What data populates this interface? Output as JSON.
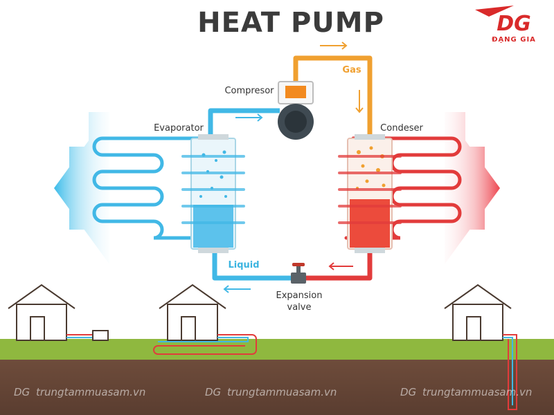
{
  "title": "HEAT PUMP",
  "brand": {
    "initials": "DG",
    "name": "ĐẠNG GIA"
  },
  "labels": {
    "compressor": "Compresor",
    "evaporator": "Evaporator",
    "condenser": "Condeser",
    "gas": "Gas",
    "liquid": "Liquid",
    "expansion_line1": "Expansion",
    "expansion_line2": "valve"
  },
  "watermark": {
    "text": "trungtammuasam.vn",
    "initials": "DG"
  },
  "colors": {
    "cold": "#41b8e6",
    "hot": "#e23b3b",
    "gas": "#f0a030",
    "ground": "#6b4a3a",
    "grass": "#8fb83f"
  }
}
